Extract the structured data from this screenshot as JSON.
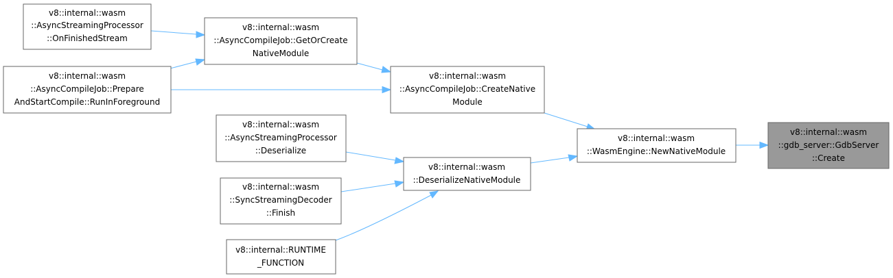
{
  "colors": {
    "edge": "#63b8ff",
    "node_border": "#666666",
    "node_fill": "#ffffff",
    "highlight_fill": "#999999"
  },
  "nodes": {
    "on_finished_stream": {
      "lines": [
        "v8::internal::wasm",
        "::AsyncStreamingProcessor",
        "::OnFinishedStream"
      ]
    },
    "get_or_create_native_module": {
      "lines": [
        "v8::internal::wasm",
        "::AsyncCompileJob::GetOrCreate",
        "NativeModule"
      ]
    },
    "prepare_and_start_compile": {
      "lines": [
        "v8::internal::wasm",
        "::AsyncCompileJob::Prepare",
        "AndStartCompile::RunInForeground"
      ]
    },
    "create_native_module": {
      "lines": [
        "v8::internal::wasm",
        "::AsyncCompileJob::CreateNative",
        "Module"
      ]
    },
    "async_streaming_deserialize": {
      "lines": [
        "v8::internal::wasm",
        "::AsyncStreamingProcessor",
        "::Deserialize"
      ]
    },
    "deserialize_native_module": {
      "lines": [
        "v8::internal::wasm",
        "::DeserializeNativeModule"
      ]
    },
    "sync_streaming_decoder_finish": {
      "lines": [
        "v8::internal::wasm",
        "::SyncStreamingDecoder",
        "::Finish"
      ]
    },
    "runtime_function": {
      "lines": [
        "v8::internal::RUNTIME",
        "_FUNCTION"
      ]
    },
    "new_native_module": {
      "lines": [
        "v8::internal::wasm",
        "::WasmEngine::NewNativeModule"
      ]
    },
    "gdb_server_create": {
      "lines": [
        "v8::internal::wasm",
        "::gdb_server::GdbServer",
        "::Create"
      ]
    }
  },
  "edges": [
    {
      "from": "on_finished_stream",
      "to": "get_or_create_native_module"
    },
    {
      "from": "prepare_and_start_compile",
      "to": "get_or_create_native_module"
    },
    {
      "from": "get_or_create_native_module",
      "to": "create_native_module"
    },
    {
      "from": "prepare_and_start_compile",
      "to": "create_native_module"
    },
    {
      "from": "create_native_module",
      "to": "new_native_module"
    },
    {
      "from": "async_streaming_deserialize",
      "to": "deserialize_native_module"
    },
    {
      "from": "sync_streaming_decoder_finish",
      "to": "deserialize_native_module"
    },
    {
      "from": "runtime_function",
      "to": "deserialize_native_module"
    },
    {
      "from": "deserialize_native_module",
      "to": "new_native_module"
    },
    {
      "from": "new_native_module",
      "to": "gdb_server_create"
    }
  ]
}
